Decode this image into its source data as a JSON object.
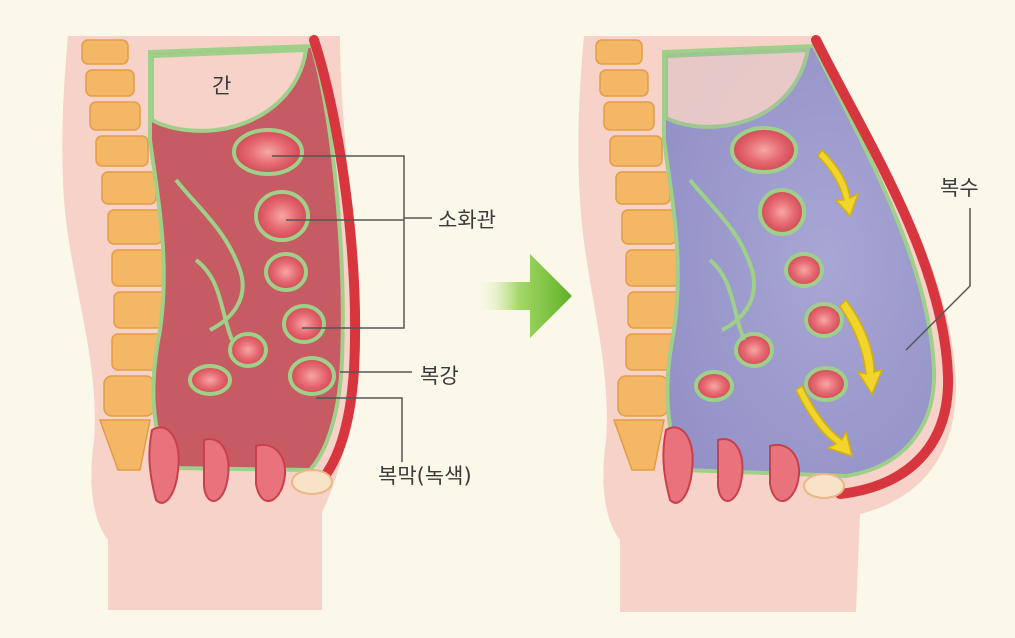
{
  "labels": {
    "liver": "간",
    "gi_tract": "소화관",
    "abdominal_cavity": "복강",
    "peritoneum": "복막(녹색)",
    "ascites": "복수"
  },
  "colors": {
    "background": "#fbf8e9",
    "skin": "#f6d2c8",
    "cavity": "#c65b63",
    "ascites_fluid": "#9e9ccc",
    "peritoneum_line": "#9fd08a",
    "wall_muscle": "#d7363f",
    "spine": "#f3b765",
    "arrow_green": "#6cbb2c",
    "flow_arrow": "#f2d52a"
  }
}
